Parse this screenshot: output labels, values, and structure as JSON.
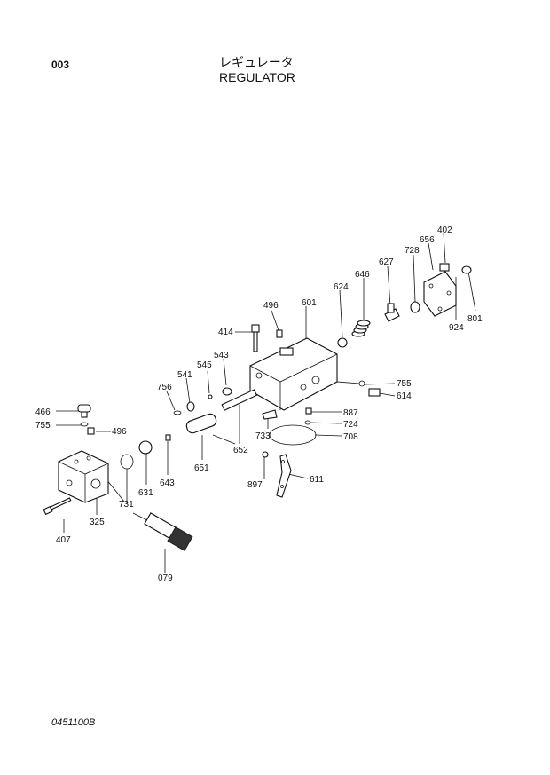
{
  "header": {
    "page_number": "003",
    "title_jp": "レギュレータ",
    "title_en": "REGULATOR"
  },
  "footer": {
    "code": "0451100B"
  },
  "diagram": {
    "part_labels": [
      "402",
      "656",
      "728",
      "627",
      "646",
      "624",
      "601",
      "496",
      "414",
      "543",
      "545",
      "541",
      "756",
      "801",
      "924",
      "755",
      "614",
      "887",
      "724",
      "708",
      "733",
      "652",
      "651",
      "643",
      "631",
      "466",
      "755",
      "496",
      "325",
      "407",
      "731",
      "079",
      "897",
      "611"
    ]
  }
}
